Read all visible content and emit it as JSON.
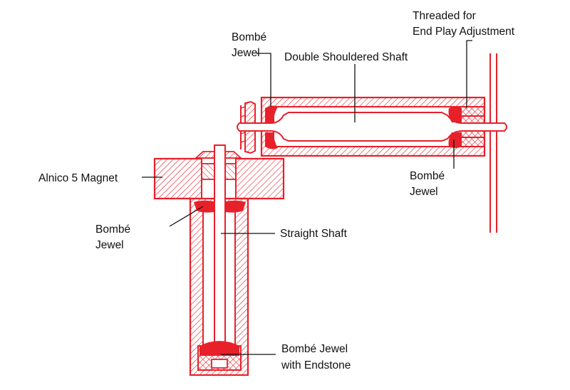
{
  "colors": {
    "accent": "#e8202a",
    "text": "#111111",
    "background": "#ffffff"
  },
  "labels": {
    "threaded_line1": "Threaded for",
    "threaded_line2": "End Play Adjustment",
    "bombe_top_line1": "Bombé",
    "bombe_top_line2": "Jewel",
    "double_shaft": "Double Shouldered Shaft",
    "bombe_right_line1": "Bombé",
    "bombe_right_line2": "Jewel",
    "magnet": "Alnico 5 Magnet",
    "bombe_left_line1": "Bombé",
    "bombe_left_line2": "Jewel",
    "straight_shaft": "Straight Shaft",
    "endstone_line1": "Bombé Jewel",
    "endstone_line2": "with Endstone"
  }
}
